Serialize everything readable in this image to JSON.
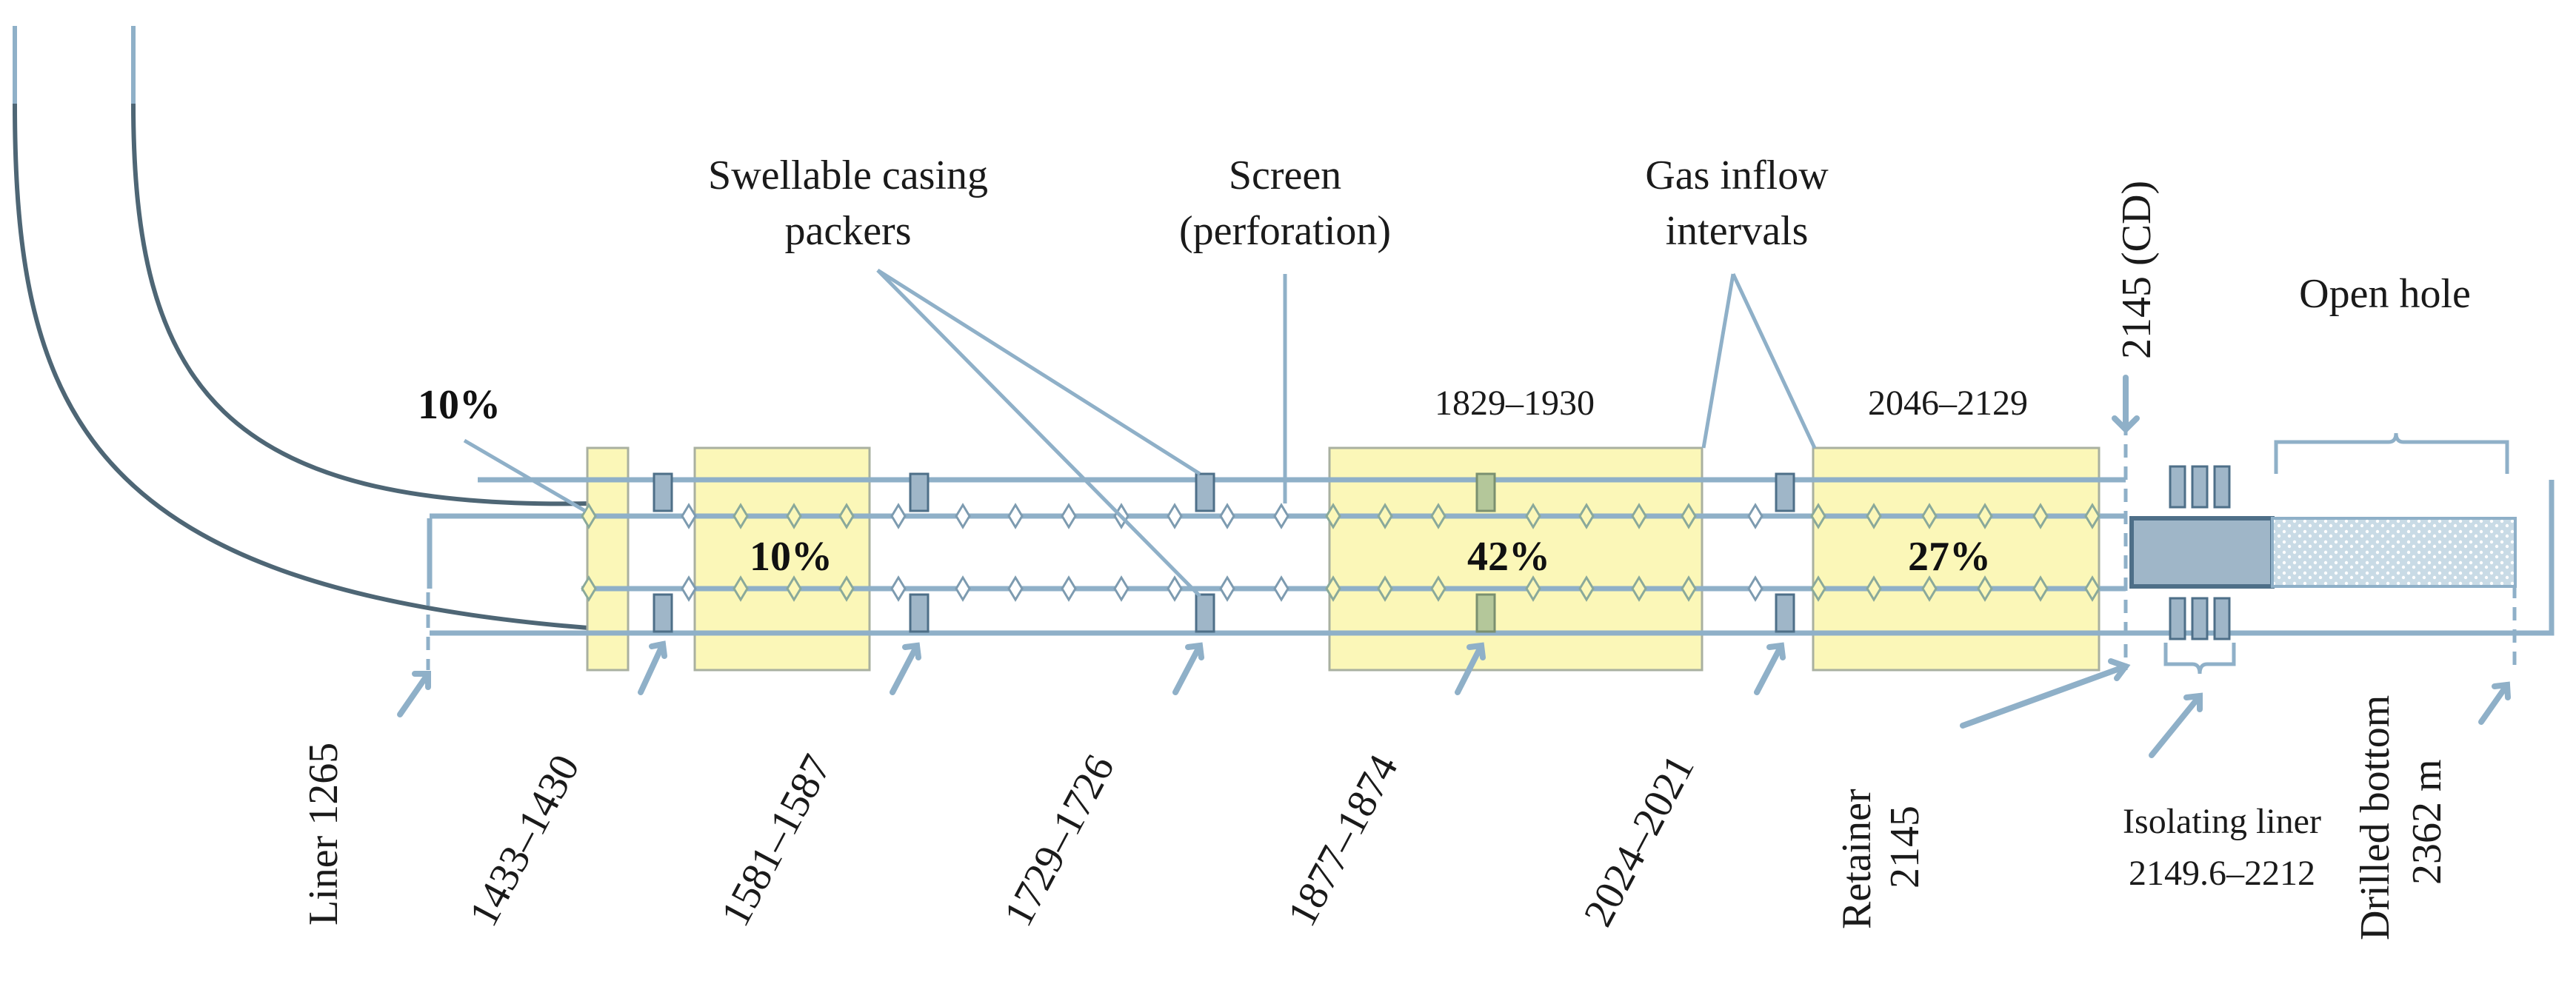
{
  "colors": {
    "pipe": "#8fb0c8",
    "upper_bend": "#4e6675",
    "inflow_fill": "#fbf7b8",
    "packer_fill": "#9fb6c8",
    "packer_alt_fill": "#b4c79a",
    "retainer_fill": "#9fb6c8",
    "open_hole_fill": "#c9dbe6"
  },
  "labels": {
    "swellable_packers_line1": "Swellable casing",
    "swellable_packers_line2": "packers",
    "screen_line1": "Screen",
    "screen_line2": "(perforation)",
    "gas_inflow_line1": "Gas inflow",
    "gas_inflow_line2": "intervals",
    "cd_depth": "2145 (CD)",
    "open_hole": "Open hole",
    "interval_1829": "1829–1930",
    "interval_2046": "2046–2129",
    "pct_top": "10%",
    "pct_zone1": "10%",
    "pct_zone2": "42%",
    "pct_zone3": "27%",
    "liner": "Liner 1265",
    "packer_1433": "1433–1430",
    "packer_1581": "1581–1587",
    "packer_1729": "1729–1726",
    "packer_1877": "1877–1874",
    "packer_2024": "2024–2021",
    "retainer_line1": "Retainer",
    "retainer_line2": "2145",
    "isolating_line1": "Isolating liner",
    "isolating_line2": "2149.6–2212",
    "bottom_line1": "Drilled bottom",
    "bottom_line2": "2362 m"
  }
}
